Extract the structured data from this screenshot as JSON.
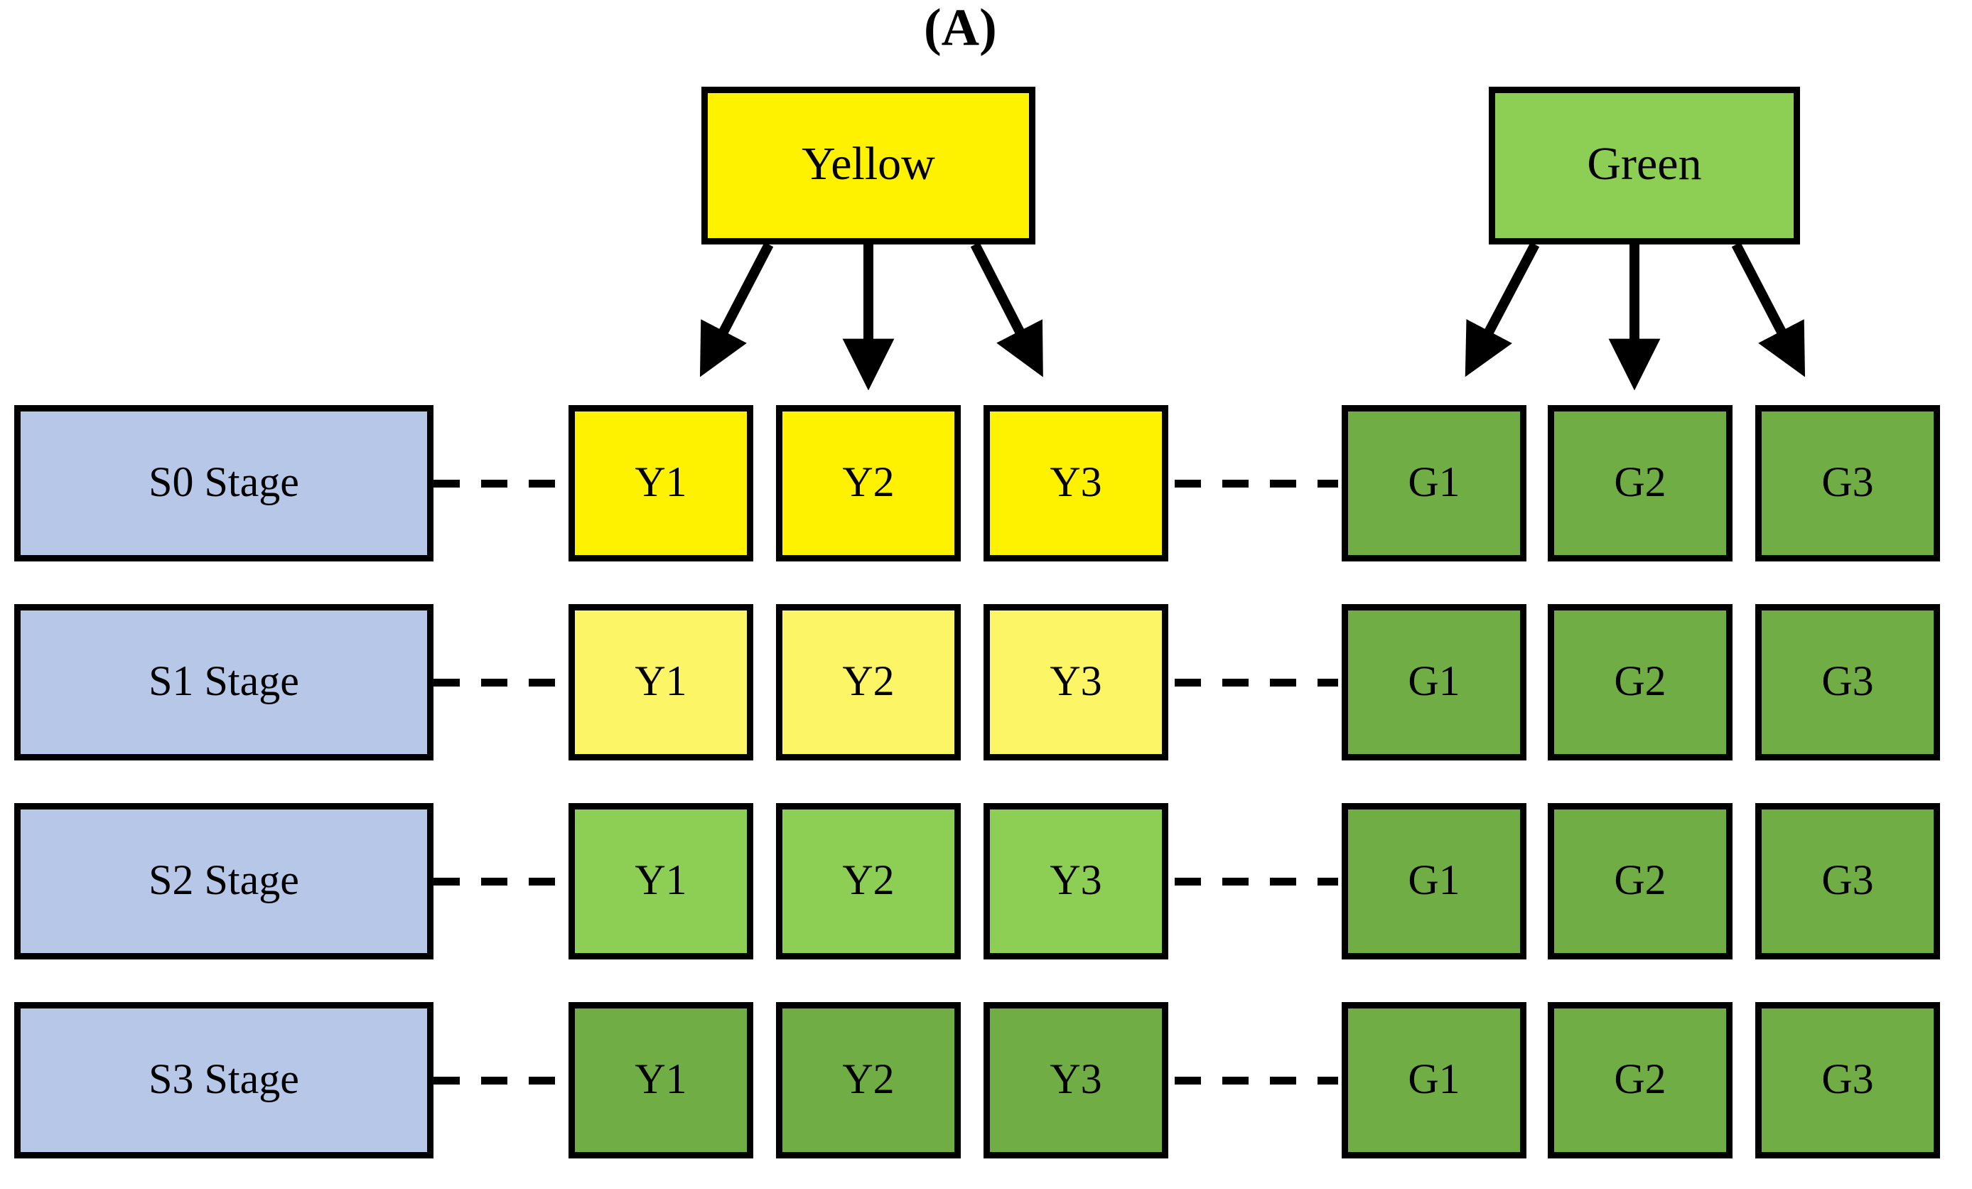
{
  "panel": {
    "label": "(A)"
  },
  "sources": [
    {
      "id": "yellow",
      "label": "Yellow",
      "color": "#FFF200"
    },
    {
      "id": "green",
      "label": "Green",
      "color": "#8DCE54"
    }
  ],
  "stages": [
    {
      "id": "s0",
      "label": "S0 Stage",
      "color": "#B6C7E8"
    },
    {
      "id": "s1",
      "label": "S1 Stage",
      "color": "#B6C7E8"
    },
    {
      "id": "s2",
      "label": "S2 Stage",
      "color": "#B6C7E8"
    },
    {
      "id": "s3",
      "label": "S3 Stage",
      "color": "#B6C7E8"
    }
  ],
  "grid": {
    "yellow_group": {
      "source": "Yellow",
      "column_labels": [
        "Y1",
        "Y2",
        "Y3"
      ],
      "rows": [
        {
          "stage": "S0 Stage",
          "cells": [
            "Y1",
            "Y2",
            "Y3"
          ],
          "color": "#FFF200"
        },
        {
          "stage": "S1 Stage",
          "cells": [
            "Y1",
            "Y2",
            "Y3"
          ],
          "color": "#FCF566"
        },
        {
          "stage": "S2 Stage",
          "cells": [
            "Y1",
            "Y2",
            "Y3"
          ],
          "color": "#8DCE54"
        },
        {
          "stage": "S3 Stage",
          "cells": [
            "Y1",
            "Y2",
            "Y3"
          ],
          "color": "#70AE45"
        }
      ]
    },
    "green_group": {
      "source": "Green",
      "column_labels": [
        "G1",
        "G2",
        "G3"
      ],
      "rows": [
        {
          "stage": "S0 Stage",
          "cells": [
            "G1",
            "G2",
            "G3"
          ],
          "color": "#70AE45"
        },
        {
          "stage": "S1 Stage",
          "cells": [
            "G1",
            "G2",
            "G3"
          ],
          "color": "#70AE45"
        },
        {
          "stage": "S2 Stage",
          "cells": [
            "G1",
            "G2",
            "G3"
          ],
          "color": "#70AE45"
        },
        {
          "stage": "S3 Stage",
          "cells": [
            "G1",
            "G2",
            "G3"
          ],
          "color": "#70AE45"
        }
      ]
    }
  },
  "connectors": {
    "style": "dashed",
    "color": "#000000",
    "stage_to_yellow": [
      "S0 Stage",
      "S1 Stage",
      "S2 Stage",
      "S3 Stage"
    ],
    "yellow_to_green": [
      "S0 Stage",
      "S1 Stage",
      "S2 Stage",
      "S3 Stage"
    ]
  },
  "arrows": {
    "style": "solid-filled-head",
    "color": "#000000",
    "from_yellow_to": [
      "Y1",
      "Y2",
      "Y3"
    ],
    "from_green_to": [
      "G1",
      "G2",
      "G3"
    ]
  }
}
